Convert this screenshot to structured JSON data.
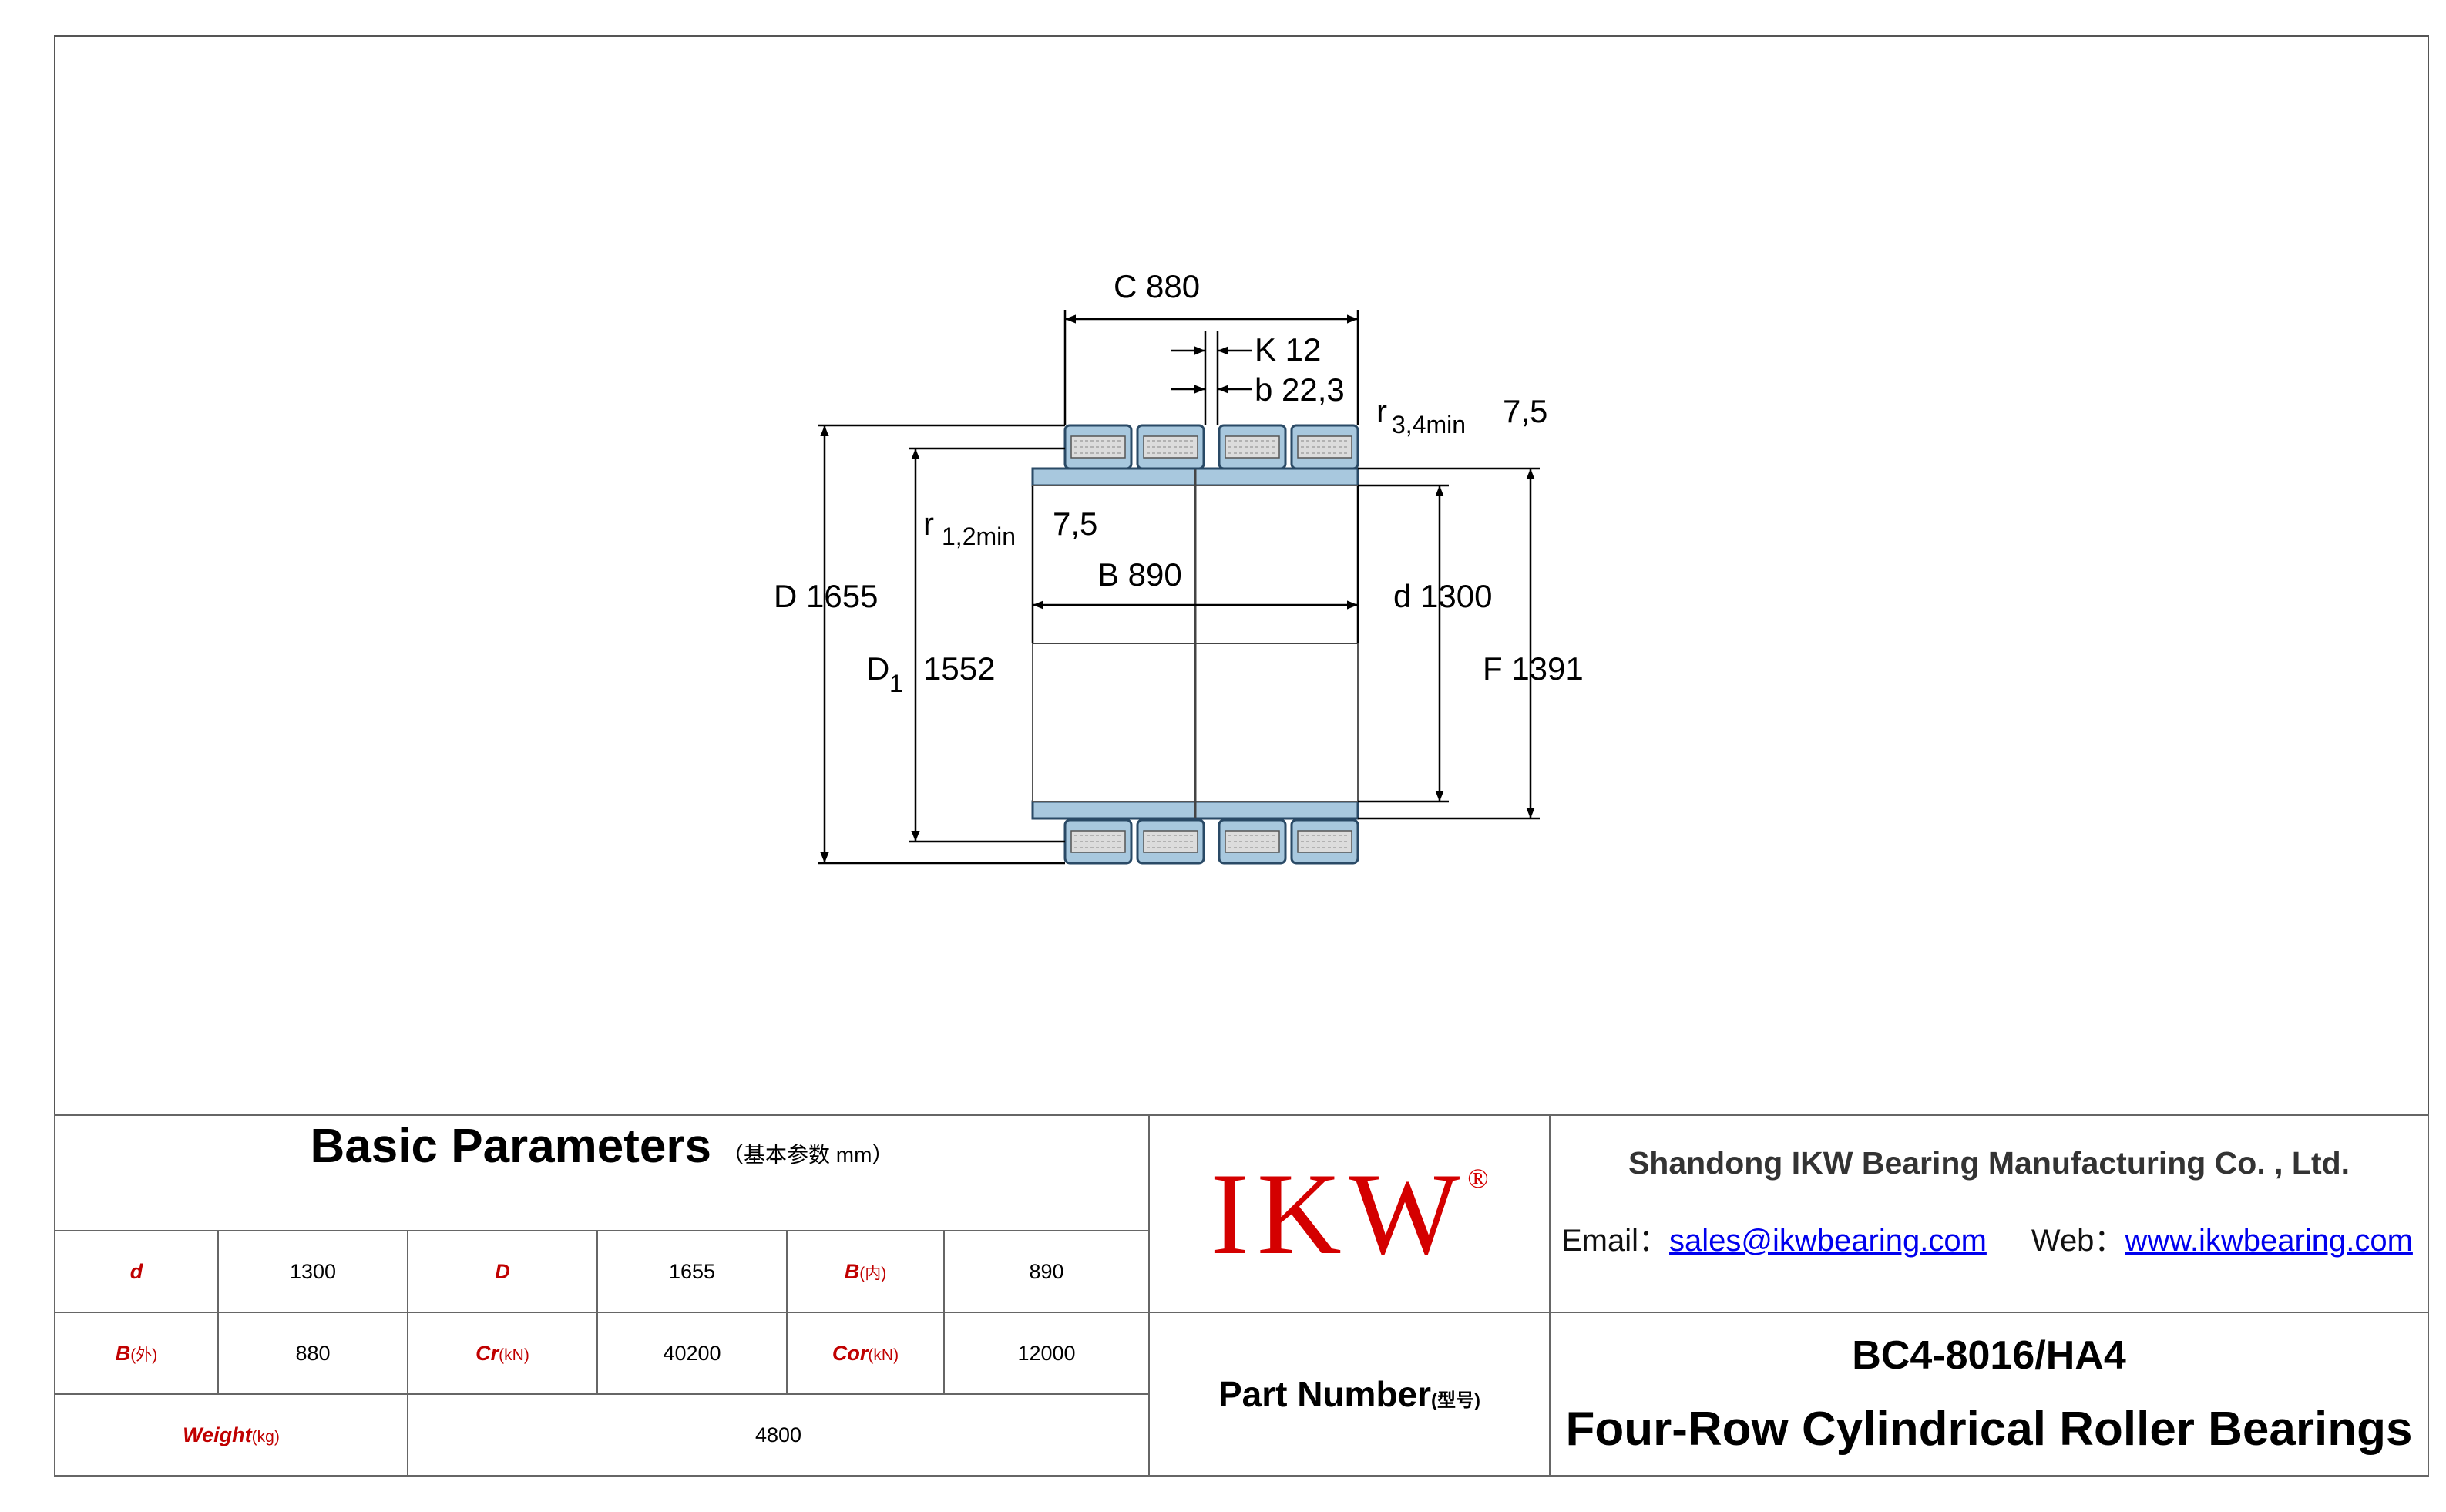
{
  "drawing": {
    "dims": {
      "C": "C  880",
      "K": "K  12",
      "b": "b  22,3",
      "r34_sym": "r",
      "r34_sub": "3,4min",
      "r34_val": "7,5",
      "r12_sym": "r",
      "r12_sub": "1,2min",
      "r12_val": "7,5",
      "B": "B  890",
      "D": "D  1655",
      "D1_sym": "D",
      "D1_sub": "1",
      "D1_val": "1552",
      "d": "d  1300",
      "F": "F  1391"
    },
    "colors": {
      "ring_fill": "#a8c8de",
      "ring_edge": "#2a4a66",
      "roller": "#dcdcdc",
      "line": "#000000"
    }
  },
  "table": {
    "title": "Basic Parameters",
    "title_unit": "（基本参数 mm）",
    "rows": [
      [
        {
          "label": "d",
          "sub": "",
          "value": "1300"
        },
        {
          "label": "D",
          "sub": "",
          "value": "1655"
        },
        {
          "label": "B",
          "sub": "(内)",
          "value": "890"
        }
      ],
      [
        {
          "label": "B",
          "sub": "(外)",
          "value": "880"
        },
        {
          "label": "Cr",
          "sub": "(kN)",
          "value": "40200"
        },
        {
          "label": "Cor",
          "sub": "(kN)",
          "value": "12000"
        }
      ]
    ],
    "weight": {
      "label": "Weight",
      "sub": "(kg)",
      "value": "4800"
    }
  },
  "logo": {
    "text": "IKW",
    "mark": "®",
    "color": "#d40000"
  },
  "company": {
    "name": "Shandong IKW Bearing Manufacturing Co. , Ltd.",
    "email_label": "Email：",
    "email": "sales@ikwbearing.com",
    "web_label": "Web：",
    "web": "www.ikwbearing.com"
  },
  "part": {
    "label": "Part Number",
    "label_sub": "(型号)",
    "model": "BC4-8016/HA4",
    "type": "Four-Row Cylindrical Roller Bearings"
  }
}
